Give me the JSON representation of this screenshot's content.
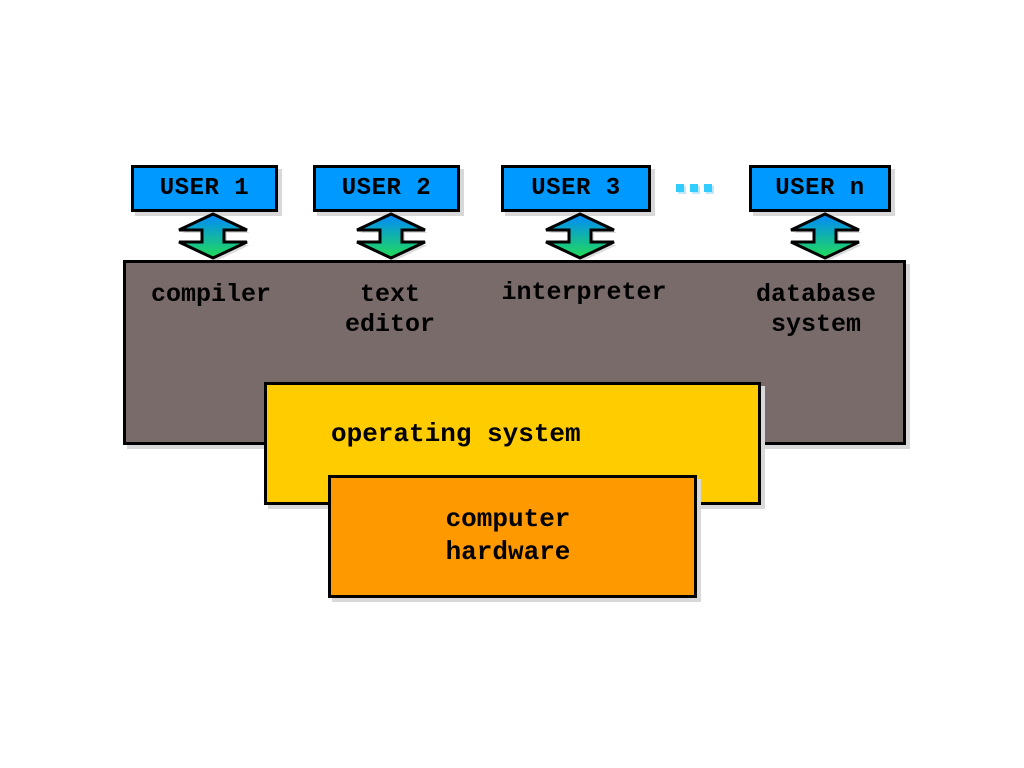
{
  "users": [
    {
      "label": "USER 1"
    },
    {
      "label": "USER 2"
    },
    {
      "label": "USER 3"
    },
    {
      "label": "USER n"
    }
  ],
  "applications": [
    {
      "label": "compiler"
    },
    {
      "label": "text\neditor"
    },
    {
      "label": "interpreter"
    },
    {
      "label": "database\nsystem"
    }
  ],
  "operating_system": {
    "label": "operating system"
  },
  "hardware": {
    "label": "computer\nhardware"
  },
  "colors": {
    "user_box": "#0099ff",
    "applications_box": "#7a6b6b",
    "operating_system_box": "#ffcc00",
    "hardware_box": "#ff9900",
    "arrow_gradient_top": "#0088ff",
    "arrow_gradient_bottom": "#22dd55",
    "ellipsis_dots": "#33ccff"
  },
  "icons": {
    "user_to_app_arrow": "double-vertical-arrow-icon",
    "more_users": "ellipsis-icon"
  }
}
